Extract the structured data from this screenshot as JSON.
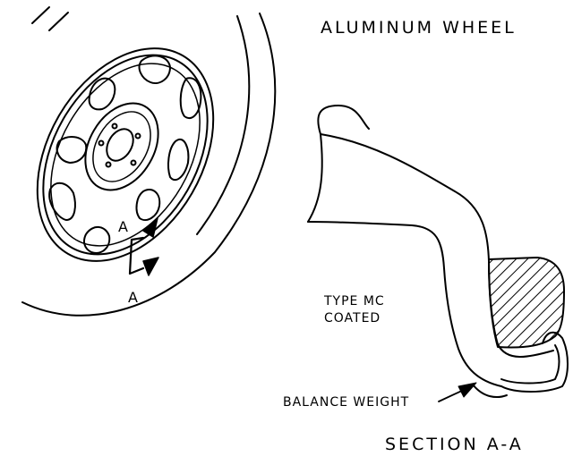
{
  "labels": {
    "title": "ALUMINUM WHEEL",
    "section_marker_top": "A",
    "section_marker_bottom": "A",
    "coating_line1": "TYPE MC",
    "coating_line2": "COATED",
    "balance_weight": "BALANCE WEIGHT",
    "section": "SECTION A-A"
  },
  "colors": {
    "ink": "#000000",
    "paper": "#ffffff"
  }
}
